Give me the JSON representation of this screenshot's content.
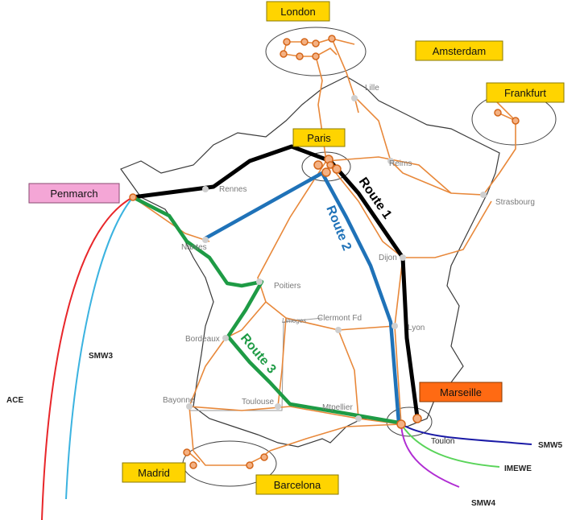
{
  "colors": {
    "backbone": "#e8883a",
    "route1": "#000000",
    "route2": "#1f72b8",
    "route3": "#1e9b45",
    "boxFill": "#ffd400",
    "penmarchFill": "#f4a6d6",
    "marseilleFill": "#ff6a13",
    "ace": "#e8262a",
    "smw3": "#3bb3e0",
    "smw5": "#1a1aa6",
    "imewe": "#5ad45a",
    "smw4": "#b02dd3",
    "border": "#3a3a3a"
  },
  "boxed_labels": {
    "london": "London",
    "amsterdam": "Amsterdam",
    "frankfurt": "Frankfurt",
    "paris": "Paris",
    "penmarch": "Penmarch",
    "marseille": "Marseille",
    "madrid": "Madrid",
    "barcelona": "Barcelona"
  },
  "city_labels": {
    "lille": "Lille",
    "reims": "Reims",
    "rennes": "Rennes",
    "strasbourg": "Strasbourg",
    "nantes": "Nantes",
    "dijon": "Dijon",
    "poitiers": "Poitiers",
    "limoges": "Limoges",
    "clermont": "Clermont Fd",
    "lyon": "Lyon",
    "bordeaux": "Bordeaux",
    "bayonne": "Bayonne",
    "toulouse": "Toulouse",
    "montpellier": "Mtpellier",
    "toulon": "Toulon"
  },
  "route_labels": {
    "route1": "Route 1",
    "route2": "Route 2",
    "route3": "Route 3"
  },
  "cable_labels": {
    "ace": "ACE",
    "smw3": "SMW3",
    "smw5": "SMW5",
    "imewe": "IMEWE",
    "smw4": "SMW4"
  }
}
